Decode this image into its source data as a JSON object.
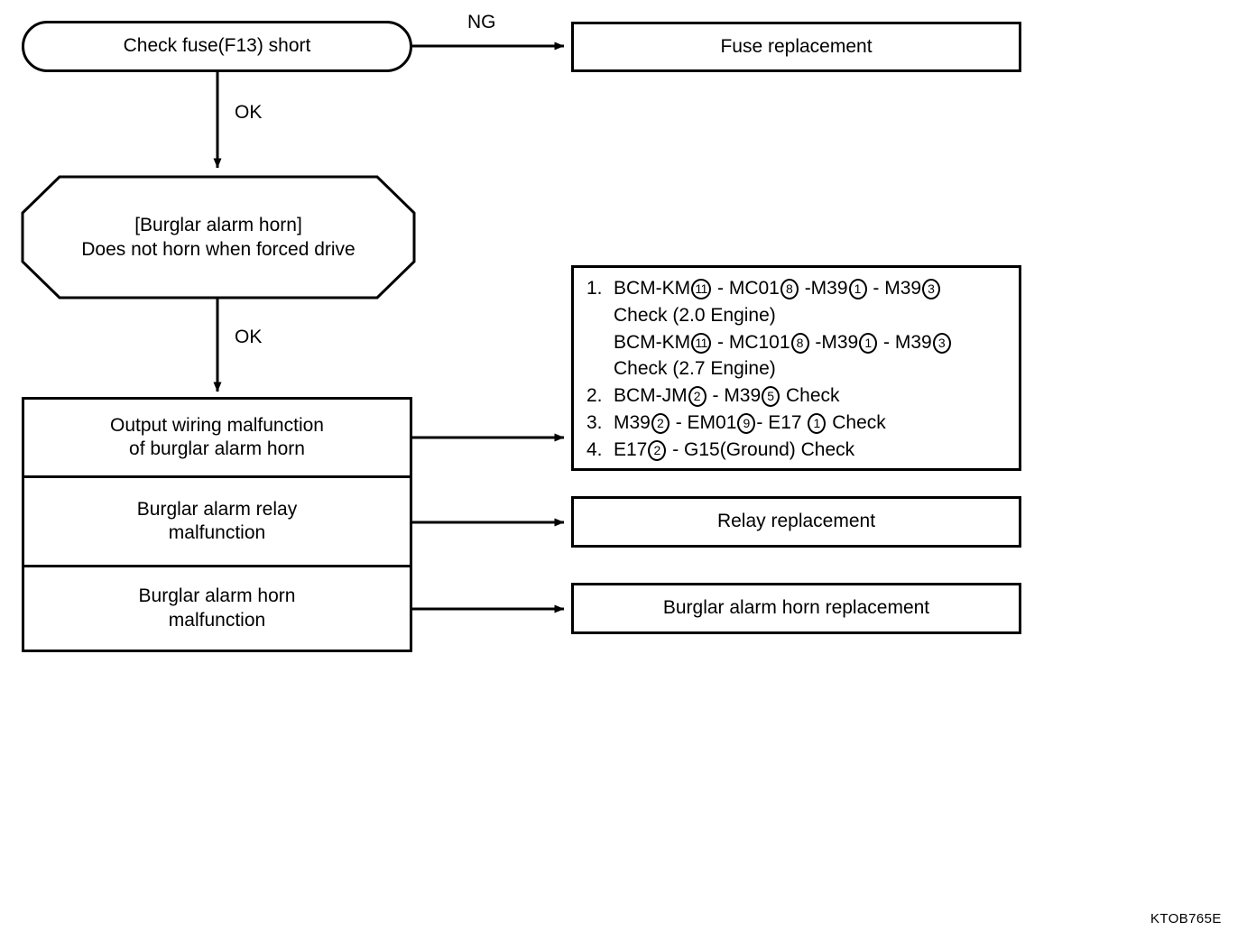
{
  "diagram": {
    "title": "Burglar alarm horn diagnostic flowchart",
    "code_label": "KTOB765E",
    "line_color": "#000000",
    "background": "#ffffff",
    "nodes": {
      "check_fuse": {
        "label": "Check fuse(F13) short",
        "shape": "stadium"
      },
      "fuse_replacement": {
        "label": "Fuse replacement",
        "shape": "rect"
      },
      "burglar_symptom": {
        "label": "[Burglar alarm horn]\nDoes not horn when forced drive",
        "shape": "octagon"
      },
      "output_wiring": {
        "label": "Output wiring malfunction\nof burglar alarm horn",
        "shape": "rect"
      },
      "relay_malfunction": {
        "label": "Burglar alarm relay\nmalfunction",
        "shape": "rect"
      },
      "horn_malfunction": {
        "label": "Burglar alarm horn\nmalfunction",
        "shape": "rect"
      },
      "relay_replacement": {
        "label": "Relay replacement",
        "shape": "rect"
      },
      "horn_replacement": {
        "label": "Burglar alarm horn replacement",
        "shape": "rect"
      }
    },
    "edges": [
      {
        "from": "check_fuse",
        "to": "fuse_replacement",
        "label": "NG"
      },
      {
        "from": "check_fuse",
        "to": "burglar_symptom",
        "label": "OK"
      },
      {
        "from": "burglar_symptom",
        "to": "output_wiring",
        "label": "OK"
      },
      {
        "from": "output_wiring",
        "to": "checklist",
        "label": ""
      },
      {
        "from": "relay_malfunction",
        "to": "relay_replacement",
        "label": ""
      },
      {
        "from": "horn_malfunction",
        "to": "horn_replacement",
        "label": ""
      }
    ],
    "edge_labels": {
      "ng": "NG",
      "ok_1": "OK",
      "ok_2": "OK"
    },
    "checklist": {
      "items": [
        {
          "num": "1.",
          "lines": [
            {
              "indent": false,
              "parts": [
                {
                  "t": "BCM-KM"
                },
                {
                  "c": "11"
                },
                {
                  "t": " - MC01"
                },
                {
                  "c": "8"
                },
                {
                  "t": " -M39"
                },
                {
                  "c": "1"
                },
                {
                  "t": " - M39"
                },
                {
                  "c": "3"
                }
              ]
            },
            {
              "indent": true,
              "parts": [
                {
                  "t": "Check (2.0 Engine)"
                }
              ]
            },
            {
              "indent": true,
              "parts": [
                {
                  "t": "BCM-KM"
                },
                {
                  "c": "11"
                },
                {
                  "t": " - MC101"
                },
                {
                  "c": "8"
                },
                {
                  "t": " -M39"
                },
                {
                  "c": "1"
                },
                {
                  "t": " - M39"
                },
                {
                  "c": "3"
                }
              ]
            },
            {
              "indent": true,
              "parts": [
                {
                  "t": "Check (2.7 Engine)"
                }
              ]
            }
          ]
        },
        {
          "num": "2.",
          "lines": [
            {
              "indent": false,
              "parts": [
                {
                  "t": "BCM-JM"
                },
                {
                  "c": "2"
                },
                {
                  "t": " - M39"
                },
                {
                  "c": "5"
                },
                {
                  "t": "  Check"
                }
              ]
            }
          ]
        },
        {
          "num": "3.",
          "lines": [
            {
              "indent": false,
              "parts": [
                {
                  "t": "M39"
                },
                {
                  "c": "2"
                },
                {
                  "t": " - EM01"
                },
                {
                  "c": "9"
                },
                {
                  "t": "- E17 "
                },
                {
                  "c": "1"
                },
                {
                  "t": "  Check"
                }
              ]
            }
          ]
        },
        {
          "num": "4.",
          "lines": [
            {
              "indent": false,
              "parts": [
                {
                  "t": "E17"
                },
                {
                  "c": "2"
                },
                {
                  "t": " - G15(Ground) Check"
                }
              ]
            }
          ]
        }
      ]
    }
  }
}
